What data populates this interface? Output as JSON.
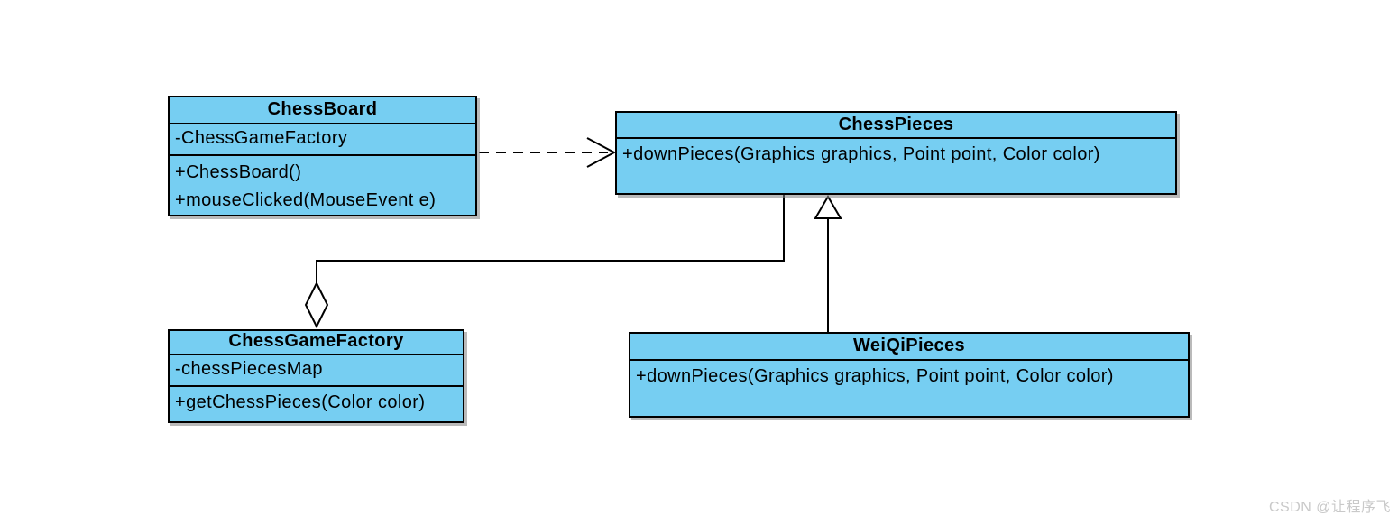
{
  "diagram": {
    "kind": "uml-class-diagram",
    "fill_color": "#76CEF2",
    "border_color": "#000000",
    "background_color": "#ffffff"
  },
  "classes": {
    "chess_board": {
      "name": "ChessBoard",
      "attributes": [
        "-ChessGameFactory"
      ],
      "methods": [
        "+ChessBoard()",
        "+mouseClicked(MouseEvent e)"
      ]
    },
    "chess_pieces": {
      "name": "ChessPieces",
      "attributes": [],
      "methods": [
        "+downPieces(Graphics graphics, Point point, Color color)"
      ]
    },
    "chess_game_factory": {
      "name": "ChessGameFactory",
      "attributes": [
        "-chessPiecesMap"
      ],
      "methods": [
        "+getChessPieces(Color color)"
      ]
    },
    "wei_qi_pieces": {
      "name": "WeiQiPieces",
      "attributes": [],
      "methods": [
        "+downPieces(Graphics graphics, Point point, Color color)"
      ]
    }
  },
  "relationships": [
    {
      "type": "dependency",
      "style": "dashed-open-arrow",
      "from": "ChessBoard",
      "to": "ChessPieces"
    },
    {
      "type": "aggregation",
      "style": "hollow-diamond",
      "whole": "ChessGameFactory",
      "part": "ChessPieces"
    },
    {
      "type": "generalization",
      "style": "hollow-triangle",
      "child": "WeiQiPieces",
      "parent": "ChessPieces"
    }
  ],
  "watermark": "CSDN @让程序飞"
}
